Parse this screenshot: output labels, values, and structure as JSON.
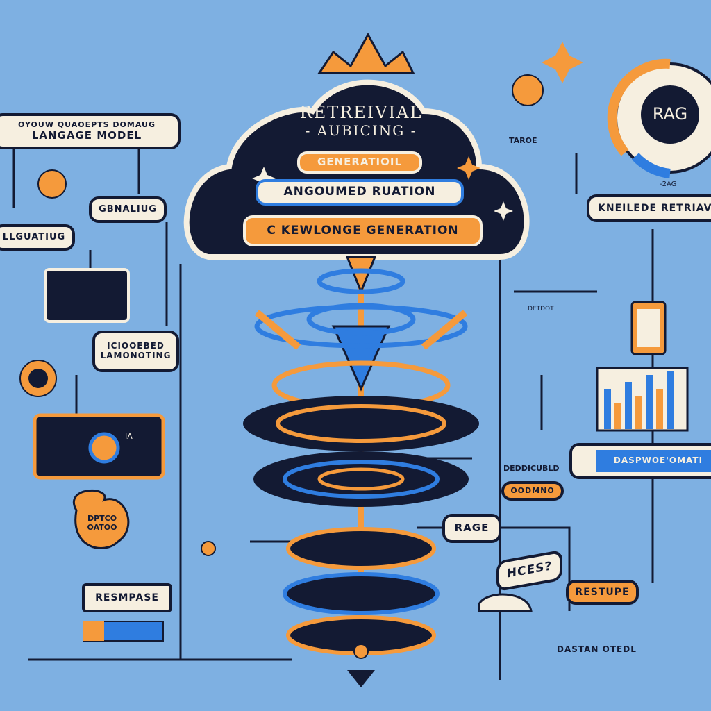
{
  "title": {
    "line1": "RETREIVIAL",
    "line2": "- AUBICING -"
  },
  "cloud_bars": [
    "GENERATIOIL",
    "ANGOUMED RUATION",
    "C KEWLONGE GENERATION"
  ],
  "left": {
    "model_box": {
      "line1": "OYOUW QUAOEPTS DOMAUG",
      "line2": "LANGAGE MODEL"
    },
    "gbnaliug": "GBNALIUG",
    "llguatiug": "LLGUATIUG",
    "icioobed": {
      "line1": "ICIOOEBED",
      "line2": "LAMONOTING"
    },
    "monitor_label": "IA",
    "cloud_bubble": {
      "line1": "DPTCO",
      "line2": "OATOO"
    },
    "response": "RESMPASE"
  },
  "right": {
    "target_label": "TAROE",
    "rag_badge": "RAG",
    "rag_caption": "-2AG",
    "knowledge": "KNEILEDE RETRIAV",
    "detdot": "DETDOT",
    "response_bar": "DASPWOE'OMATI",
    "deddicubld": "DEDDICUBLD",
    "oodmno": "OODMNO",
    "rage": "RAGE",
    "hces": "HCES?",
    "restupe": "RESTUPE",
    "dastan": "DASTAN OTEDL"
  },
  "colors": {
    "background": "#7eb0e2",
    "navy": "#131a33",
    "orange": "#f59a3c",
    "blue": "#2f7de0",
    "cream": "#f6efe0"
  }
}
